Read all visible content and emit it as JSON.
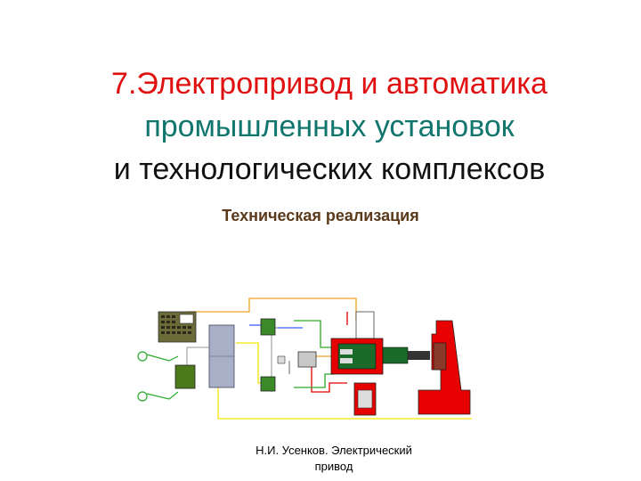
{
  "slide": {
    "title_line1_number": "7.",
    "title_line1_text": "Электропривод и автоматика",
    "title_line2": "промышленных установок",
    "title_line3": "и технологических комплексов",
    "subtitle": "Техническая реализация",
    "footer_line1": "Н.И. Усенков. Электрический",
    "footer_line2": "привод"
  },
  "colors": {
    "title_red": "#e01010",
    "title_teal": "#10766e",
    "subtitle_brown": "#5a3a1a",
    "machine_red": "#e60000",
    "block_green": "#3a8a2a",
    "wire_yellow": "#f2e600",
    "wire_orange": "#f0a020"
  }
}
